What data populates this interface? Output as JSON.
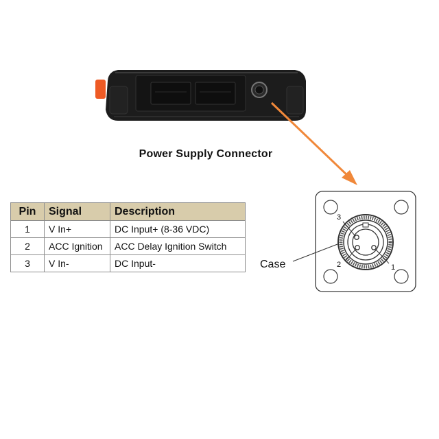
{
  "caption": "Power Supply Connector",
  "table": {
    "headers": [
      "Pin",
      "Signal",
      "Description"
    ],
    "rows": [
      {
        "pin": "1",
        "signal": "V In+",
        "description": "DC Input+ (8-36 VDC)"
      },
      {
        "pin": "2",
        "signal": "ACC Ignition",
        "description": "ACC Delay Ignition Switch"
      },
      {
        "pin": "3",
        "signal": "V In-",
        "description": "DC Input-"
      }
    ]
  },
  "connector": {
    "case_label": "Case",
    "pin_labels": [
      "1",
      "2",
      "3"
    ]
  },
  "colors": {
    "arrow": "#f0883a",
    "header_bg": "#d8ccab",
    "device_body": "#1c1c1c",
    "accent": "#ee5a24"
  }
}
